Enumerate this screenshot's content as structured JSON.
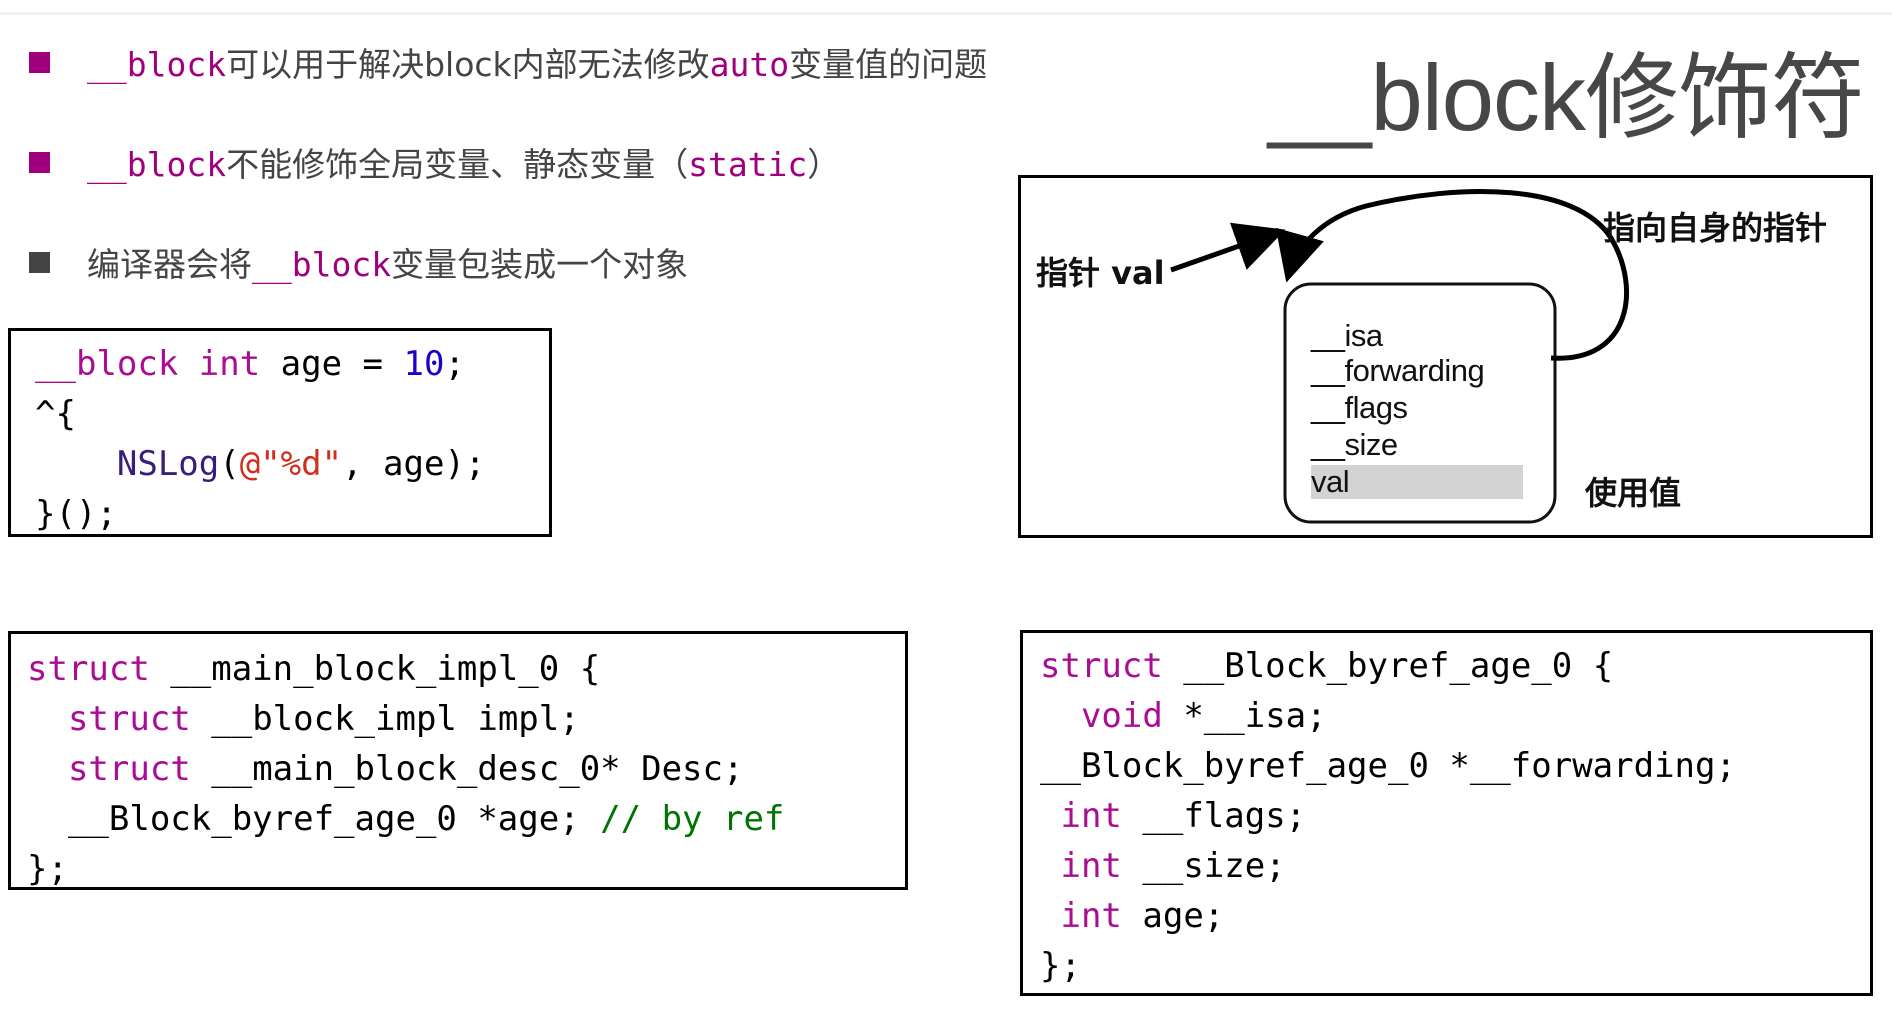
{
  "slide": {
    "title": "__block修饰符",
    "colors": {
      "accent": "#a0007e",
      "text": "#444444",
      "bullet_gray": "#444444"
    },
    "bullets": [
      {
        "bullet_color": "#a0007e",
        "parts": [
          {
            "text": "__block",
            "code": true
          },
          {
            "text": "可以用于解决block内部无法修改",
            "code": false
          },
          {
            "text": "auto",
            "code": true
          },
          {
            "text": "变量值的问题",
            "code": false
          }
        ]
      },
      {
        "bullet_color": "#a0007e",
        "parts": [
          {
            "text": "__block",
            "code": true
          },
          {
            "text": "不能修饰全局变量、静态变量（",
            "code": false
          },
          {
            "text": "static",
            "code": true
          },
          {
            "text": "）",
            "code": false
          }
        ]
      },
      {
        "bullet_color": "#444444",
        "parts": [
          {
            "text": "编译器会将",
            "code": false
          },
          {
            "text": "__block",
            "code": true
          },
          {
            "text": "变量包装成一个对象",
            "code": false
          }
        ]
      }
    ]
  },
  "code_sample": {
    "lines": [
      [
        {
          "t": "__block",
          "c": "k"
        },
        {
          "t": " "
        },
        {
          "t": "int",
          "c": "k"
        },
        {
          "t": " age = "
        },
        {
          "t": "10",
          "c": "n"
        },
        {
          "t": ";"
        }
      ],
      [
        {
          "t": "^{"
        }
      ],
      [
        {
          "t": "    "
        },
        {
          "t": "NSLog",
          "c": "f"
        },
        {
          "t": "("
        },
        {
          "t": "@\"%d\"",
          "c": "s"
        },
        {
          "t": ", age);"
        }
      ],
      [
        {
          "t": "}();"
        }
      ]
    ]
  },
  "main_block_impl": {
    "lines": [
      [
        {
          "t": "struct",
          "c": "k"
        },
        {
          "t": " __main_block_impl_0 {"
        }
      ],
      [
        {
          "t": "  "
        },
        {
          "t": "struct",
          "c": "k"
        },
        {
          "t": " __block_impl impl;"
        }
      ],
      [
        {
          "t": "  "
        },
        {
          "t": "struct",
          "c": "k"
        },
        {
          "t": " __main_block_desc_0* Desc;"
        }
      ],
      [
        {
          "t": "  __Block_byref_age_0 *age; "
        },
        {
          "t": "// by ref",
          "c": "c"
        }
      ],
      [
        {
          "t": "};"
        }
      ]
    ]
  },
  "block_byref": {
    "lines": [
      [
        {
          "t": "struct",
          "c": "k"
        },
        {
          "t": " __Block_byref_age_0 {"
        }
      ],
      [
        {
          "t": "  "
        },
        {
          "t": "void",
          "c": "k"
        },
        {
          "t": " *__isa;"
        }
      ],
      [
        {
          "t": "__Block_byref_age_0 *__forwarding;"
        }
      ],
      [
        {
          "t": " "
        },
        {
          "t": "int",
          "c": "k"
        },
        {
          "t": " __flags;"
        }
      ],
      [
        {
          "t": " "
        },
        {
          "t": "int",
          "c": "k"
        },
        {
          "t": " __size;"
        }
      ],
      [
        {
          "t": " "
        },
        {
          "t": "int",
          "c": "k"
        },
        {
          "t": " age;"
        }
      ],
      [
        {
          "t": "};"
        }
      ]
    ]
  },
  "diagram": {
    "pointer_label": "指针 val",
    "self_pointer_label": "指向自身的指针",
    "use_value_label": "使用值",
    "fields": [
      "__isa",
      "__forwarding",
      "__flags",
      "__size",
      "val"
    ],
    "highlighted_field": "val"
  }
}
